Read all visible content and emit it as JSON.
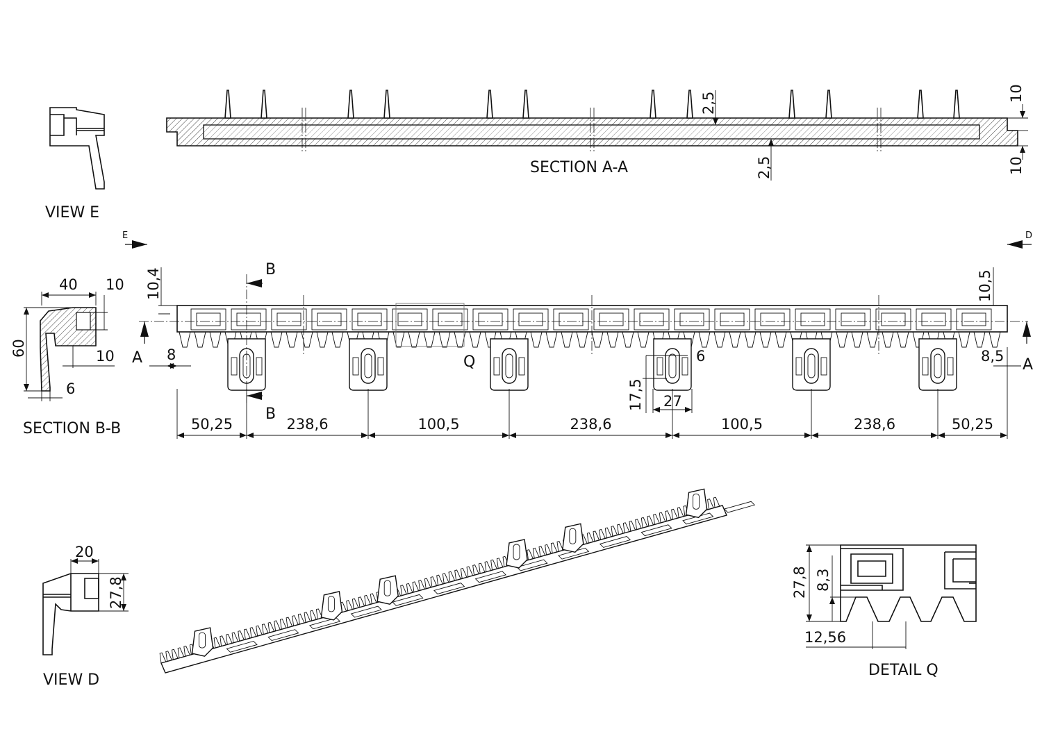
{
  "view_e": {
    "title": "VIEW E"
  },
  "section_aa": {
    "title": "SECTION A-A",
    "dim_top": "2,5",
    "dim_bottom": "2,5",
    "dim_right_top": "10",
    "dim_right_bottom": "10"
  },
  "plan": {
    "view_arrow_left": "E",
    "view_arrow_right": "D",
    "section_b_top": "B",
    "section_b_bottom": "B",
    "section_a_left": "A",
    "section_a_right": "A",
    "dim_left_height": "10,4",
    "dim_right_height": "10,5",
    "dim_left_offset": "8",
    "dim_right_offset": "8,5",
    "dim_slot_width": "6",
    "dim_slot_height": "17,5",
    "dim_clip_width": "27",
    "detail_label": "Q",
    "spacing": [
      "50,25",
      "238,6",
      "100,5",
      "238,6",
      "100,5",
      "238,6",
      "50,25"
    ]
  },
  "section_bb": {
    "title": "SECTION B-B",
    "dim_width": "40",
    "dim_top": "10",
    "dim_mid": "10",
    "dim_height": "60",
    "dim_bottom": "6"
  },
  "view_d": {
    "title": "VIEW D",
    "dim_width": "20",
    "dim_height": "27,8"
  },
  "detail_q": {
    "title": "DETAIL Q",
    "dim_height": "27,8",
    "dim_tooth": "8,3",
    "dim_pitch": "12,56"
  }
}
